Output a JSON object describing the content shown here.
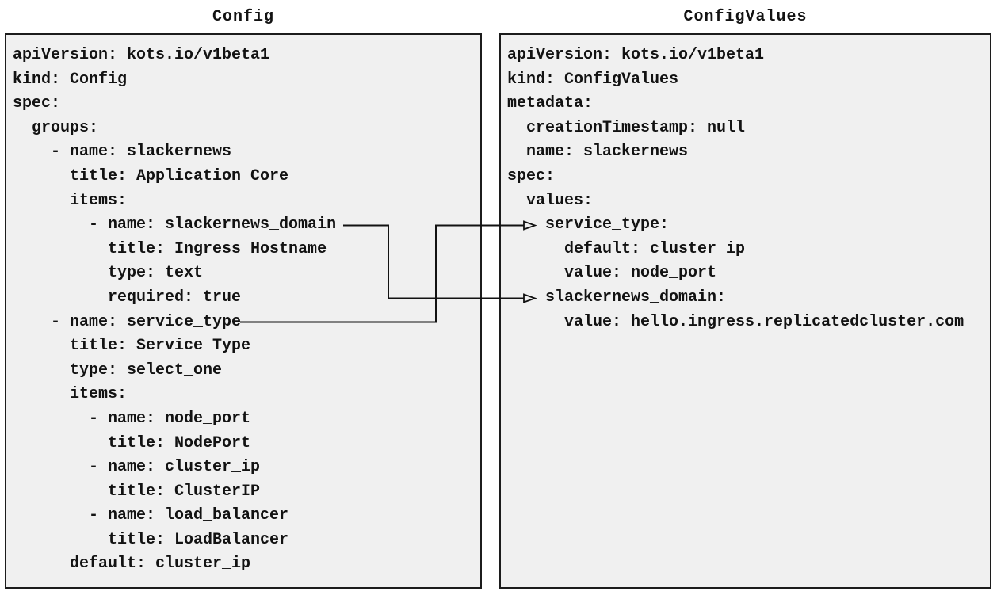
{
  "diagram": {
    "colors": {
      "canvas_bg": "#ffffff",
      "panel_bg": "#f0f0f0",
      "panel_border": "#1c1c1c",
      "text": "#121212",
      "connector": "#121212"
    },
    "left_panel": {
      "title": "Config",
      "yaml_lines": [
        "apiVersion: kots.io/v1beta1",
        "kind: Config",
        "spec:",
        "  groups:",
        "    - name: slackernews",
        "      title: Application Core",
        "      items:",
        "        - name: slackernews_domain",
        "          title: Ingress Hostname",
        "          type: text",
        "          required: true",
        "    - name: service_type",
        "      title: Service Type",
        "      type: select_one",
        "      items:",
        "        - name: node_port",
        "          title: NodePort",
        "        - name: cluster_ip",
        "          title: ClusterIP",
        "        - name: load_balancer",
        "          title: LoadBalancer",
        "      default: cluster_ip"
      ]
    },
    "right_panel": {
      "title": "ConfigValues",
      "yaml_lines": [
        "apiVersion: kots.io/v1beta1",
        "kind: ConfigValues",
        "metadata:",
        "  creationTimestamp: null",
        "  name: slackernews",
        "spec:",
        "  values:",
        "    service_type:",
        "      default: cluster_ip",
        "      value: node_port",
        "    slackernews_domain:",
        "      value: hello.ingress.replicatedcluster.com"
      ]
    },
    "connections": [
      {
        "from": "Config item name: slackernews_domain",
        "to": "ConfigValues spec.values.slackernews_domain"
      },
      {
        "from": "Config item name: service_type",
        "to": "ConfigValues spec.values.service_type"
      }
    ]
  }
}
